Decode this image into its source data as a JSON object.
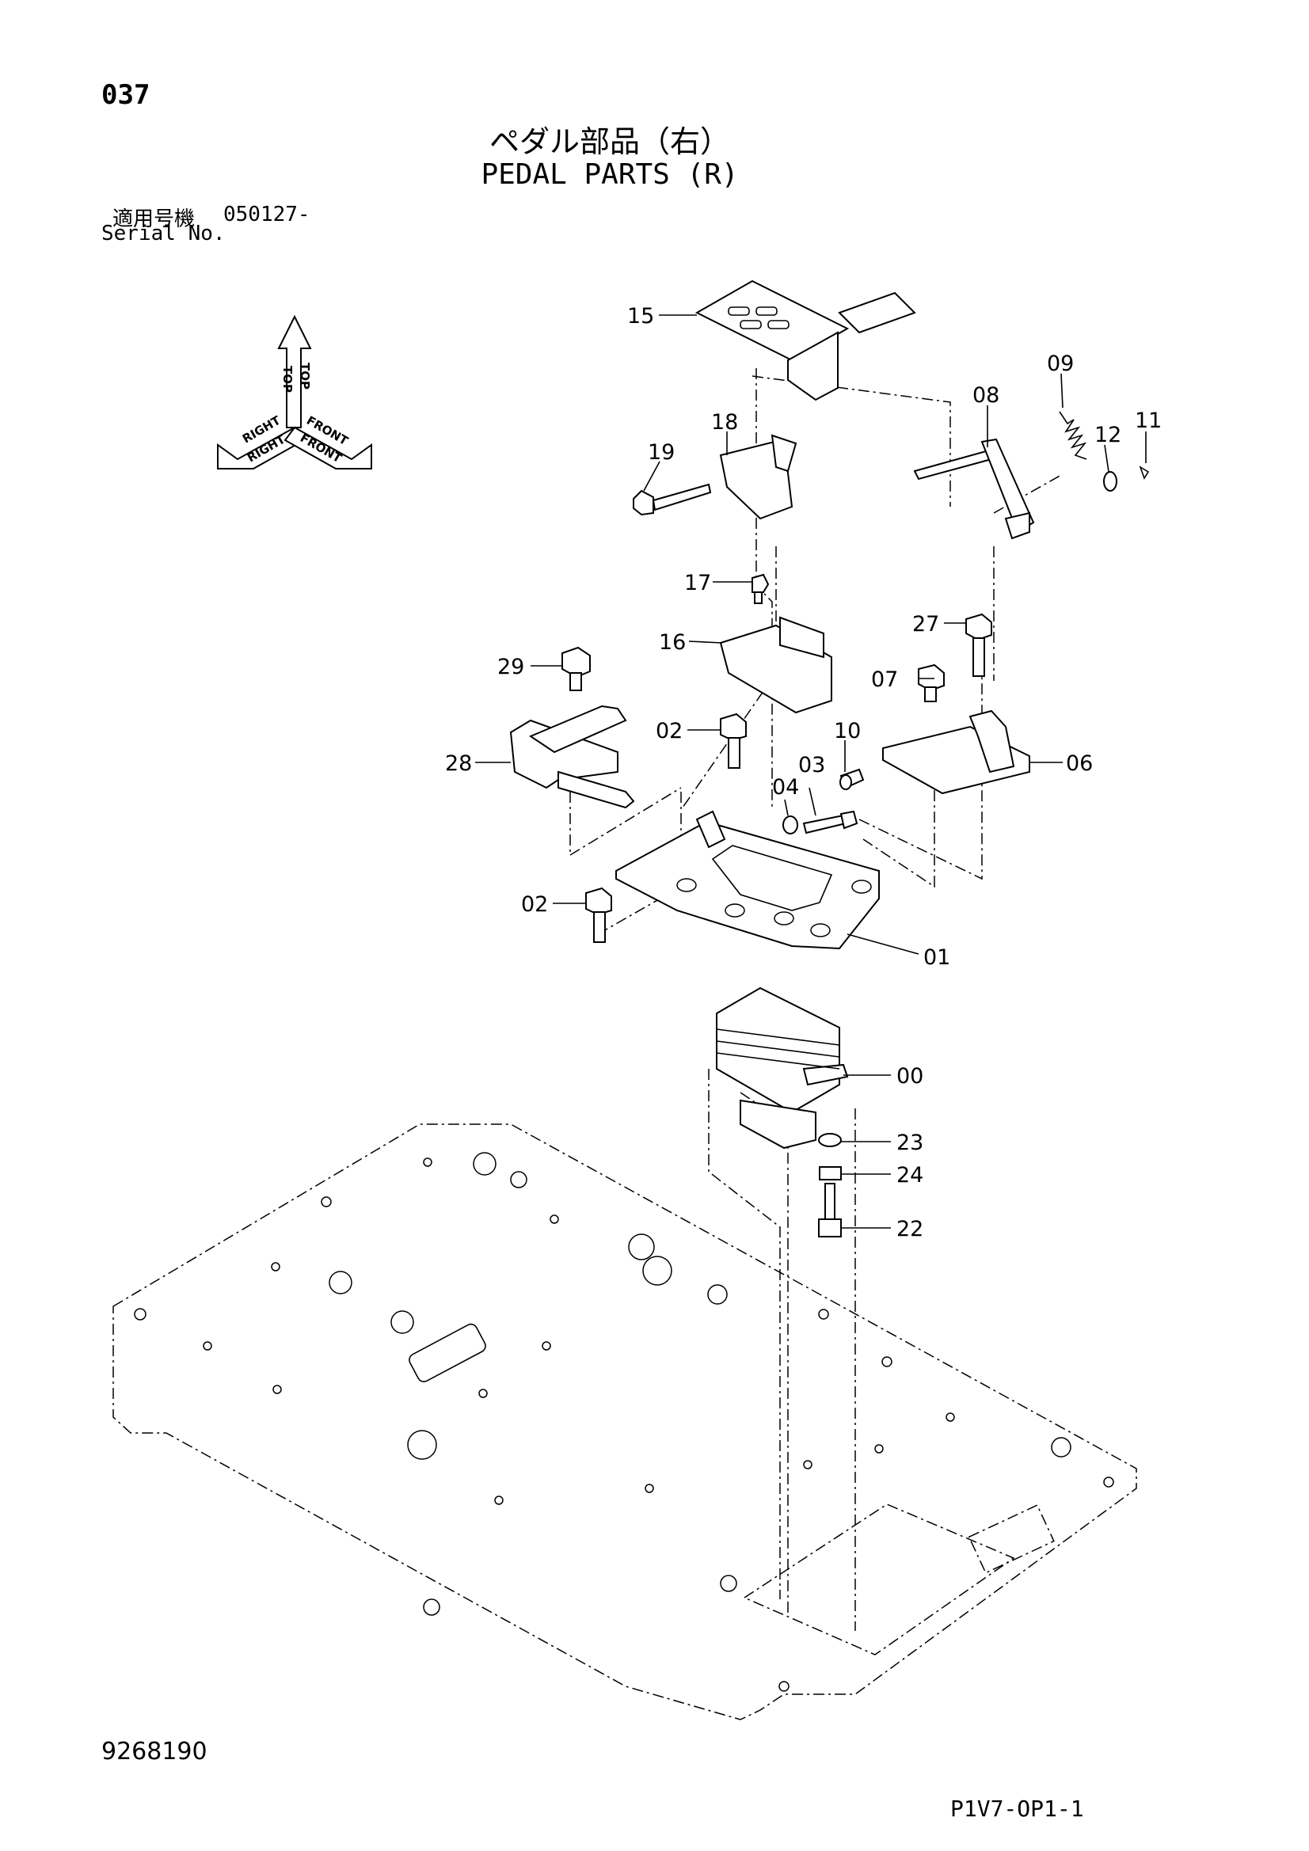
{
  "header": {
    "page_no": "037",
    "title_ja": "ペダル部品（右）",
    "title_en": "PEDAL PARTS (R)",
    "serial_ja": "適用号機",
    "serial_value": "050127-",
    "serial_en": "Serial No."
  },
  "orientation": {
    "top": "TOP",
    "right": "RIGHT",
    "front": "FRONT"
  },
  "callouts": [
    {
      "id": "15",
      "label": "15"
    },
    {
      "id": "09",
      "label": "09"
    },
    {
      "id": "08",
      "label": "08"
    },
    {
      "id": "18",
      "label": "18"
    },
    {
      "id": "19",
      "label": "19"
    },
    {
      "id": "12",
      "label": "12"
    },
    {
      "id": "11",
      "label": "11"
    },
    {
      "id": "17",
      "label": "17"
    },
    {
      "id": "16",
      "label": "16"
    },
    {
      "id": "27",
      "label": "27"
    },
    {
      "id": "29",
      "label": "29"
    },
    {
      "id": "07",
      "label": "07"
    },
    {
      "id": "02a",
      "label": "02"
    },
    {
      "id": "10",
      "label": "10"
    },
    {
      "id": "28",
      "label": "28"
    },
    {
      "id": "06",
      "label": "06"
    },
    {
      "id": "03",
      "label": "03"
    },
    {
      "id": "04",
      "label": "04"
    },
    {
      "id": "02b",
      "label": "02"
    },
    {
      "id": "01",
      "label": "01"
    },
    {
      "id": "00",
      "label": "00"
    },
    {
      "id": "23",
      "label": "23"
    },
    {
      "id": "24",
      "label": "24"
    },
    {
      "id": "22",
      "label": "22"
    }
  ],
  "footer": {
    "drawing_no": "9268190",
    "sheet_code": "P1V7-OP1-1"
  }
}
